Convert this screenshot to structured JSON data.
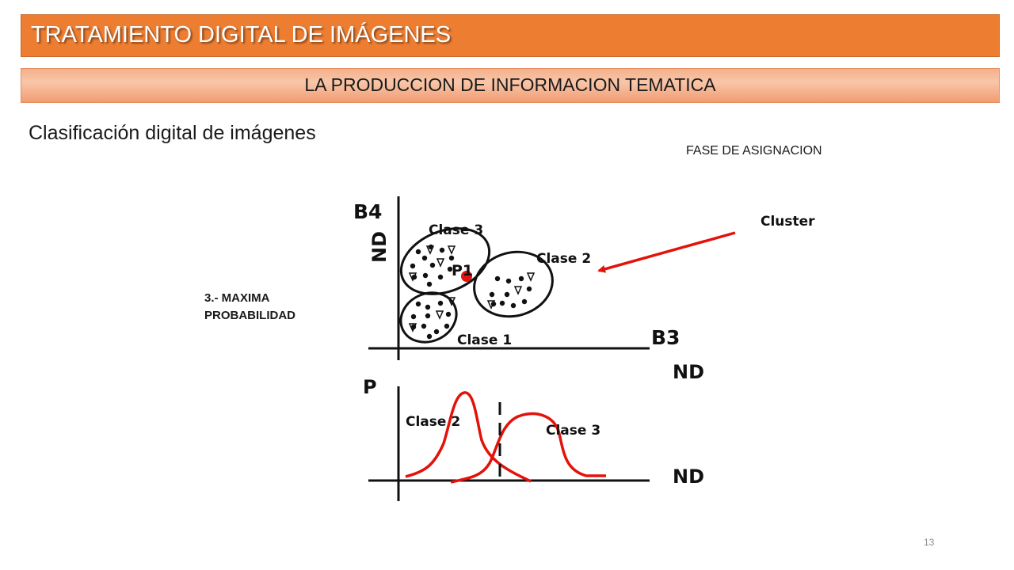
{
  "header": {
    "title": "TRATAMIENTO DIGITAL DE IMÁGENES",
    "subtitle": "LA PRODUCCION DE INFORMACION TEMATICA"
  },
  "section_title": "Clasificación digital de imágenes",
  "phase_label": "FASE DE ASIGNACION",
  "method_label": {
    "line1": "3.- MAXIMA",
    "line2": "PROBABILIDAD"
  },
  "scatter": {
    "y_axis_label": "B4",
    "y_axis_unit": "ND",
    "x_axis_label": "B3",
    "x_axis_unit": "ND",
    "classes": [
      "Clase 1",
      "Clase 2",
      "Clase 3"
    ],
    "pixel_label": "P1",
    "cluster_label": "Cluster"
  },
  "probability": {
    "y_axis_label": "P",
    "x_axis_unit": "ND",
    "curve_labels": [
      "Clase 2",
      "Clase 3"
    ]
  },
  "page_number": "13",
  "colors": {
    "header_bg": "#ED7D31",
    "subheader_bg": "#F4B08C",
    "curve": "#E3120B",
    "pixel_marker": "#E3120B"
  }
}
